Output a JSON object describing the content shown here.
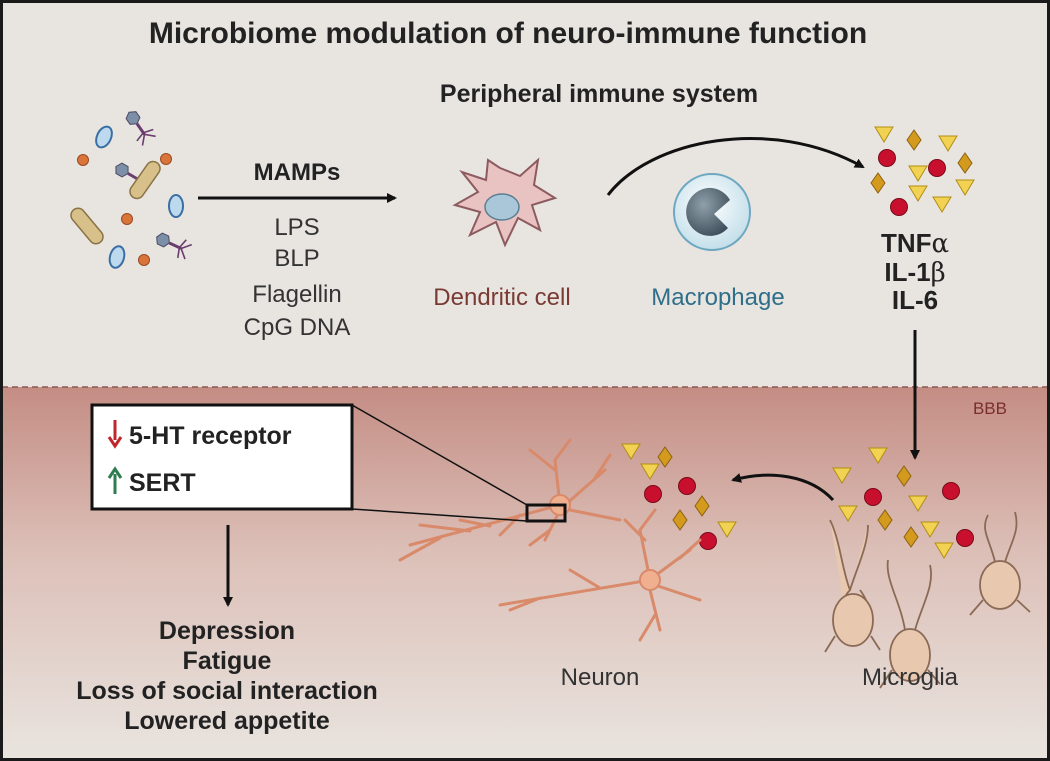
{
  "title": "Microbiome modulation of neuro-immune function",
  "peripheral_label": "Peripheral immune system",
  "bbb_label": "BBB",
  "mamps": {
    "heading": "MAMPs",
    "items": [
      "LPS",
      "BLP",
      "Flagellin",
      "CpG DNA"
    ]
  },
  "cells": {
    "dendritic": "Dendritic cell",
    "macrophage": "Macrophage",
    "neuron": "Neuron",
    "microglia": "Microglia"
  },
  "cytokines": {
    "tnf": "TNF",
    "tnf_symbol": "α",
    "il1": "IL-1",
    "il1_symbol": "β",
    "il6": "IL-6"
  },
  "receptor_box": {
    "line1": "5-HT receptor",
    "line2": "SERT"
  },
  "outcomes": [
    "Depression",
    "Fatigue",
    "Loss of social interaction",
    "Lowered appetite"
  ],
  "colors": {
    "background_top": "#e8e5e1",
    "background_brain": "#c9938a",
    "dendritic_text": "#7a3a34",
    "macrophage_text": "#2f6f8a",
    "down_arrow": "#c0272d",
    "up_arrow": "#2e7d4f",
    "bbb_text": "#7a2f2a"
  }
}
